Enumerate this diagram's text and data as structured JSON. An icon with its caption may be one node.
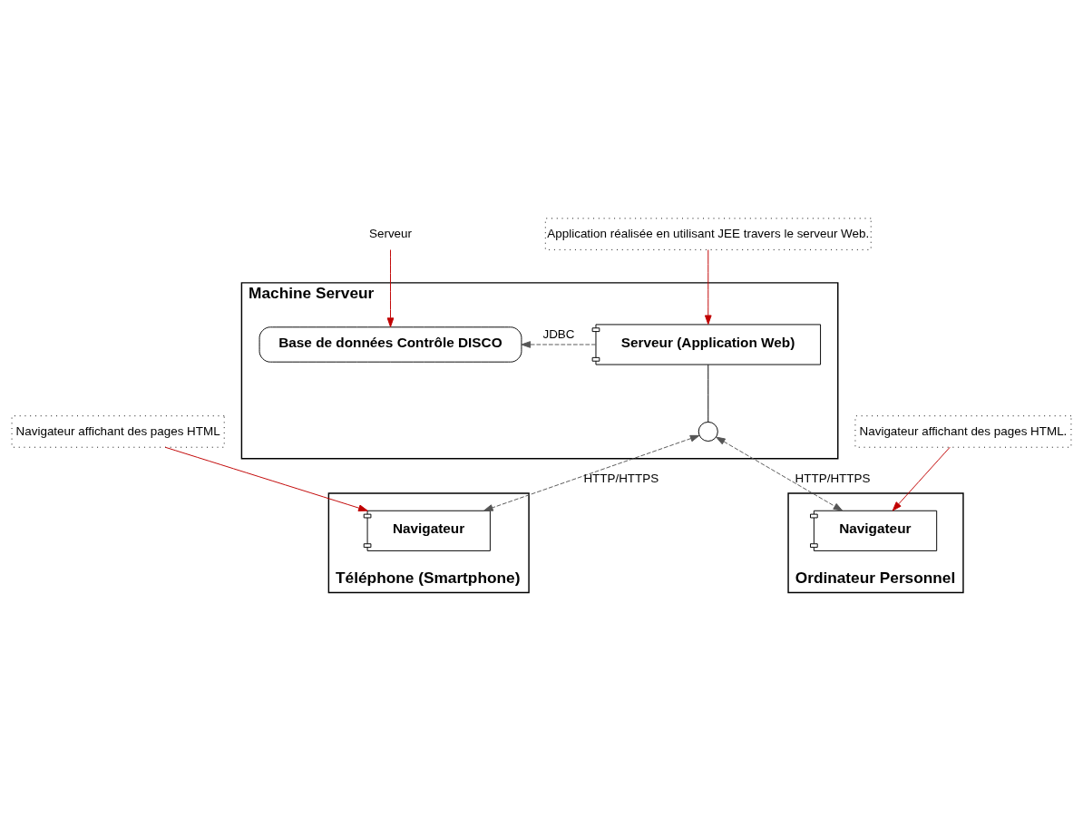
{
  "diagram": {
    "nodes": [
      {
        "text": [
          "Serveur"
        ]
      },
      {
        "text": [
          "Machine Serveur"
        ]
      },
      {
        "text": [
          "Base de données Contrôle DISCO"
        ],
        "in": 1
      },
      {
        "text": [
          "Serveur (Application Web)"
        ],
        "in": 1
      },
      {
        "text": [],
        "shape": "circle",
        "in": 1
      },
      {
        "text": [
          "Application réalisée en utilisant JEE travers le serveur Web."
        ]
      },
      {
        "text": [
          "Navigateur affichant des pages HTML."
        ]
      },
      {
        "text": [
          "Navigateur affichant des pages HTML"
        ]
      },
      {
        "text": [
          "Téléphone (Smartphone)"
        ]
      },
      {
        "text": [
          "Navigateur"
        ],
        "in": 8
      },
      {
        "text": [
          "Ordinateur Personnel"
        ]
      },
      {
        "text": [
          "Navigateur"
        ],
        "in": 10
      }
    ],
    "edges": [
      {
        "from": 0,
        "to": 2,
        "arrow": "to",
        "color": "#c00000"
      },
      {
        "from": 5,
        "to": 3,
        "arrow": "to",
        "color": "#c00000"
      },
      {
        "from": 3,
        "to": 2,
        "arrow": "to",
        "style": "dashed",
        "label": "JDBC",
        "color": "#555555"
      },
      {
        "from": 3,
        "to": 4,
        "arrow": "none",
        "color": "#000000"
      },
      {
        "from": 4,
        "to": 9,
        "arrow": "both",
        "style": "dashed",
        "label": "HTTP/HTTPS",
        "color": "#555555"
      },
      {
        "from": 4,
        "to": 11,
        "arrow": "both",
        "style": "dashed",
        "label": "HTTP/HTTPS",
        "color": "#555555"
      },
      {
        "from": 7,
        "to": 9,
        "arrow": "to",
        "color": "#c00000"
      },
      {
        "from": 6,
        "to": 11,
        "arrow": "to",
        "color": "#c00000"
      }
    ]
  }
}
